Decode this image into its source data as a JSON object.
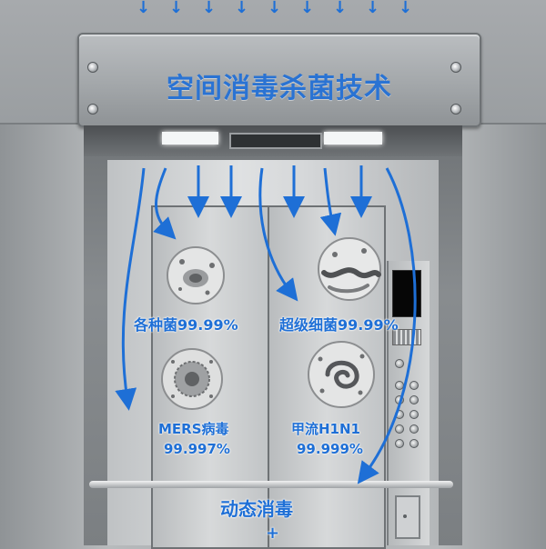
{
  "sign": {
    "title": "空间消毒杀菌技术"
  },
  "labels": {
    "germs": "各种菌99.99%",
    "super_bacteria": "超级细菌99.99%",
    "mers_name": "MERS病毒",
    "mers_rate": "99.997%",
    "flu_name": "甲流H1N1",
    "flu_rate": "99.999%",
    "dynamic": "动态消毒",
    "plus": "+"
  },
  "colors": {
    "accent_blue": "#1e6fd6",
    "steel_light": "#dfe1e2",
    "steel_dark": "#6e7275",
    "screen": "#060606"
  },
  "icons": {
    "top_arrows": "arrow-down",
    "microbes": [
      "bacteria-microbe",
      "super-bacteria-microbe",
      "mers-virus-microbe",
      "h1n1-flu-virus-microbe"
    ]
  }
}
